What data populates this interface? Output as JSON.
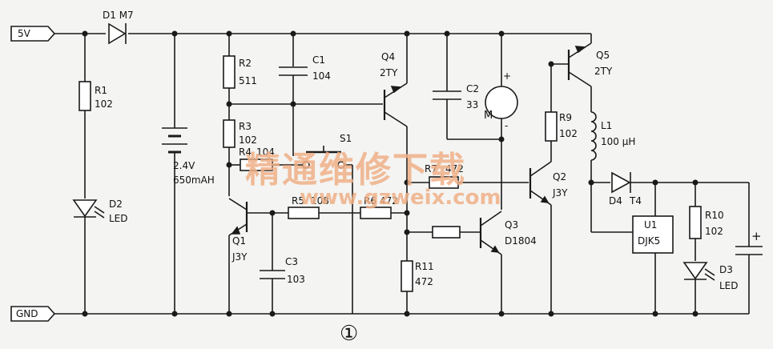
{
  "ports": {
    "vin": "5V",
    "gnd": "GND"
  },
  "labels": {
    "d1": "D1 M7",
    "r1": "R1",
    "r1_val": "102",
    "d2": "D2",
    "d2_type": "LED",
    "bat_v": "2.4V",
    "bat_cap": "650mAH",
    "r2": "R2",
    "r2_val": "511",
    "r3": "R3",
    "r3_val": "102",
    "r4": "R4",
    "r4_val": "104",
    "c1": "C1",
    "c1_val": "104",
    "s1": "S1",
    "q1": "Q1",
    "q1_type": "J3Y",
    "c3": "C3",
    "c3_val": "103",
    "r5": "R5",
    "r5_val": "108",
    "r6": "R6",
    "r6_val": "472",
    "q4": "Q4",
    "q4_type": "2TY",
    "c2": "C2",
    "c2_val": "33",
    "motor": "M",
    "motor_plus": "+",
    "motor_minus": "-",
    "r7": "R7",
    "r7_val": "472",
    "r11": "R11",
    "r11_val": "472",
    "q3": "Q3",
    "q3_type": "D1804",
    "r9": "R9",
    "r9_val": "102",
    "q2": "Q2",
    "q2_type": "J3Y",
    "q5": "Q5",
    "q5_type": "2TY",
    "l1": "L1",
    "l1_val": "100 μH",
    "d4": "D4",
    "d4_type": "T4",
    "u1": "U1",
    "u1_type": "DJK5",
    "r10": "R10",
    "r10_val": "102",
    "d3": "D3",
    "d3_type": "LED",
    "cap_plus": "+"
  },
  "watermark": {
    "cn": "精通维修下载",
    "url": "www.gzweix.com"
  },
  "figure_number": "①"
}
